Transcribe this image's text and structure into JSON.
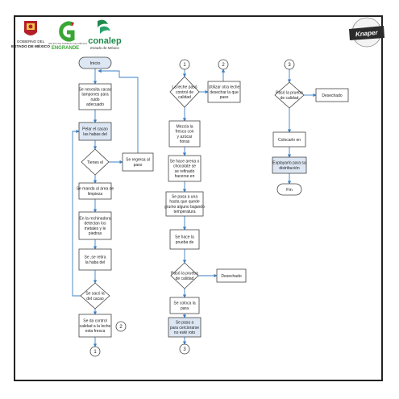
{
  "header": {
    "gov_logo_line1": "GOBIERNO DEL",
    "gov_logo_line2": "ESTADO DE MÉXICO",
    "g_logo_small": "GRUPO DE TRABAJO DE MÉXICO",
    "g_logo_text": "ENGRANDE",
    "conalep_title": "conalep",
    "conalep_sub": "Estado de México",
    "brand_badge": "Knaper",
    "brand_colors": {
      "gov_red": "#b3202a",
      "g_green": "#3aa635",
      "g_red": "#d4262b",
      "conalep_green": "#1f8a4c",
      "badge_dark": "#2b2b2b"
    }
  },
  "flow": {
    "col1": {
      "start": "Inicio",
      "step1": [
        "Se necesita cacao",
        "tampones para",
        "ruido",
        "adecuado"
      ],
      "step2": [
        "Pelar el cacao",
        "las habas del"
      ],
      "dec1": [
        "Tienes el"
      ],
      "side1": [
        "Se regresa al",
        "paso"
      ],
      "step3": [
        "Se manda al área de",
        "limpieza"
      ],
      "step4": [
        "En la rechinadora",
        "detectan los",
        "metales y le",
        "piedras"
      ],
      "step5": [
        "Se       ,se retira",
        "la haba del"
      ],
      "dec2": [
        "Se sacó la",
        "del cacao"
      ],
      "step6": [
        "Se da control",
        "calidad a la leche",
        "esta fresca"
      ],
      "conn_end": "1",
      "conn_side": "2"
    },
    "col2": {
      "conn_start": "1",
      "conn_side": "2",
      "dec1": [
        "La leche pasó",
        "control de",
        "calidad"
      ],
      "side1": [
        "Utilizar otra leche",
        "desechar la que",
        "paso"
      ],
      "step1": [
        "Mezcla la",
        "fresca con",
        "y azúcar",
        "horas"
      ],
      "step2": [
        "Se hace arena o",
        "chocolate se",
        "se refinado",
        "hacerse en"
      ],
      "step3": [
        "Se pasa a una",
        "hasta que quede",
        "grumo alguno bajando",
        "temperatura"
      ],
      "step4": [
        "Se hace la",
        "prueba de"
      ],
      "dec2": [
        "Pasó la prueba",
        "de calidad"
      ],
      "side2": [
        "Desechado"
      ],
      "step5": [
        "Se coloca la",
        "para"
      ],
      "step6": [
        "Se pasa a",
        "para cerciorarse",
        "no esté roto"
      ],
      "conn_end": "3"
    },
    "col3": {
      "conn_start": "3",
      "dec1": [
        "Pasó la prueba",
        "de calidad"
      ],
      "side1": [
        "Desechado"
      ],
      "step1": [
        "Colocarlo en"
      ],
      "step2": [
        "Explayarlo para su",
        "distribución"
      ],
      "end": "Fin"
    }
  }
}
